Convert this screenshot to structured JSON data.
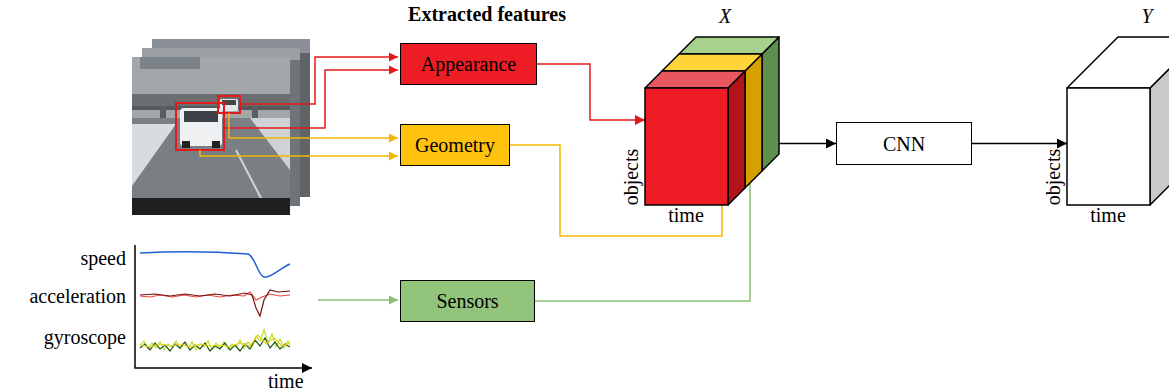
{
  "diagram": {
    "title": "Extracted features",
    "nodes": [
      {
        "text": [
          "Appearance"
        ]
      },
      {
        "text": [
          "Geometry"
        ]
      },
      {
        "text": [
          "Sensors"
        ]
      },
      {
        "text": [
          "X",
          "objects",
          "time"
        ]
      },
      {
        "text": [
          "CNN"
        ]
      },
      {
        "text": [
          "Y",
          "objects",
          "time"
        ]
      }
    ],
    "edges": [
      {
        "from": 0,
        "to": 3,
        "arrow": "to"
      },
      {
        "from": 1,
        "to": 3,
        "arrow": "none"
      },
      {
        "from": 2,
        "to": 3,
        "arrow": "none"
      },
      {
        "from": 3,
        "to": 4,
        "arrow": "to"
      },
      {
        "from": 4,
        "to": 5,
        "arrow": "to"
      }
    ],
    "labels": [
      "speed",
      "acceleration",
      "gyroscope",
      "time"
    ]
  }
}
